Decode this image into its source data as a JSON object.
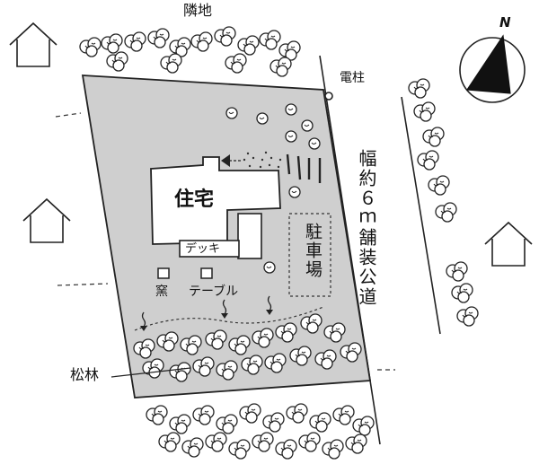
{
  "map": {
    "labels": {
      "neighbor": "隣地",
      "pole": "電柱",
      "road": "幅約６ｍ舗装公道",
      "parking": "駐車場",
      "house": "住宅",
      "deck": "デッキ",
      "kiln": "窯",
      "table": "テーブル",
      "pines": "松林"
    },
    "compass": {
      "north_label": "N",
      "icon": "north-arrow-icon"
    },
    "icons": {
      "neighbor_house": "house-icon",
      "tree": "tree-icon",
      "utility_pole": "utility-pole-icon"
    }
  }
}
